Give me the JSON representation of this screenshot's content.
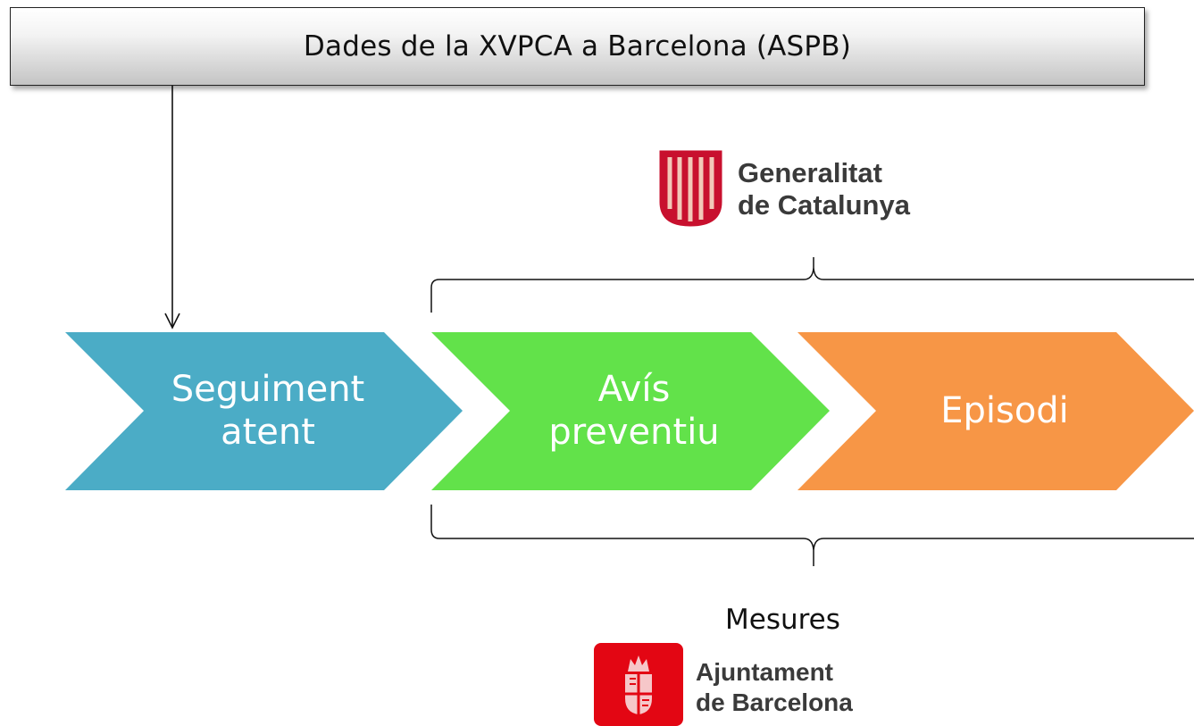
{
  "header": {
    "title": "Dades de la XVPCA a Barcelona (ASPB)"
  },
  "steps": [
    {
      "label": "Seguiment\natent",
      "color": "#4bacc6"
    },
    {
      "label": "Avís\npreventiu",
      "color": "#62e24a"
    },
    {
      "label": "Episodi",
      "color": "#f79646"
    }
  ],
  "top_logo": {
    "icon": "senyera-shield-icon",
    "text": "Generalitat\nde Catalunya",
    "color": "#c8102e"
  },
  "bottom": {
    "label": "Mesures",
    "logo_icon": "barcelona-coat-of-arms-icon",
    "logo_text": "Ajuntament\nde Barcelona",
    "logo_color": "#e30613"
  }
}
